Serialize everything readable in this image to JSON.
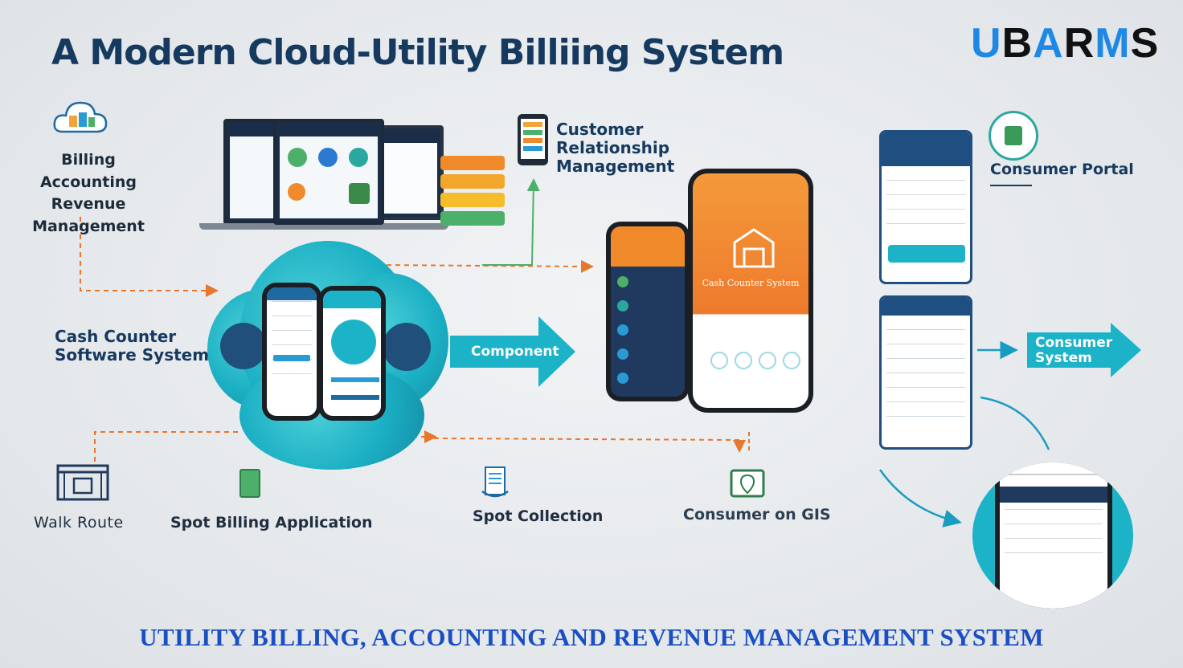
{
  "header": {
    "title": "A Modern Cloud-Utility Billiing System",
    "logo_blue_1": "U",
    "logo_blue_2": "B",
    "logo_dark_1": "A",
    "logo_dark_2": "R",
    "logo_dark_3": "M",
    "logo_dark_4": "S"
  },
  "nodes": {
    "billing": {
      "line1": "Billing Accounting",
      "line2": "Revenue",
      "line3": "Management"
    },
    "crm": {
      "line1": "Customer",
      "line2": "Relationship",
      "line3": "Management"
    },
    "consumer_portal": {
      "title": "Consumer Portal"
    },
    "cash_counter": {
      "line1": "Cash Counter",
      "line2": "Software System"
    },
    "component": "Component",
    "cash_counter_system": "Cash Counter System",
    "consumer_system": {
      "line1": "Consumer",
      "line2": "System"
    },
    "walk_route": "Walk Route",
    "spot_billing": "Spot  Billing Application",
    "spot_collection": "Spot Collection",
    "consumer_gis": "Consumer on GIS"
  },
  "footer": {
    "text": "UTILITY BILLING, ACCOUNTING AND REVENUE MANAGEMENT SYSTEM"
  },
  "colors": {
    "title": "#163a5f",
    "logo_blue": "#1e88e5",
    "footer": "#1a4fc4",
    "teal": "#1cb3c8",
    "orange_dash": "#e8762b",
    "green_line": "#4caf6a"
  }
}
